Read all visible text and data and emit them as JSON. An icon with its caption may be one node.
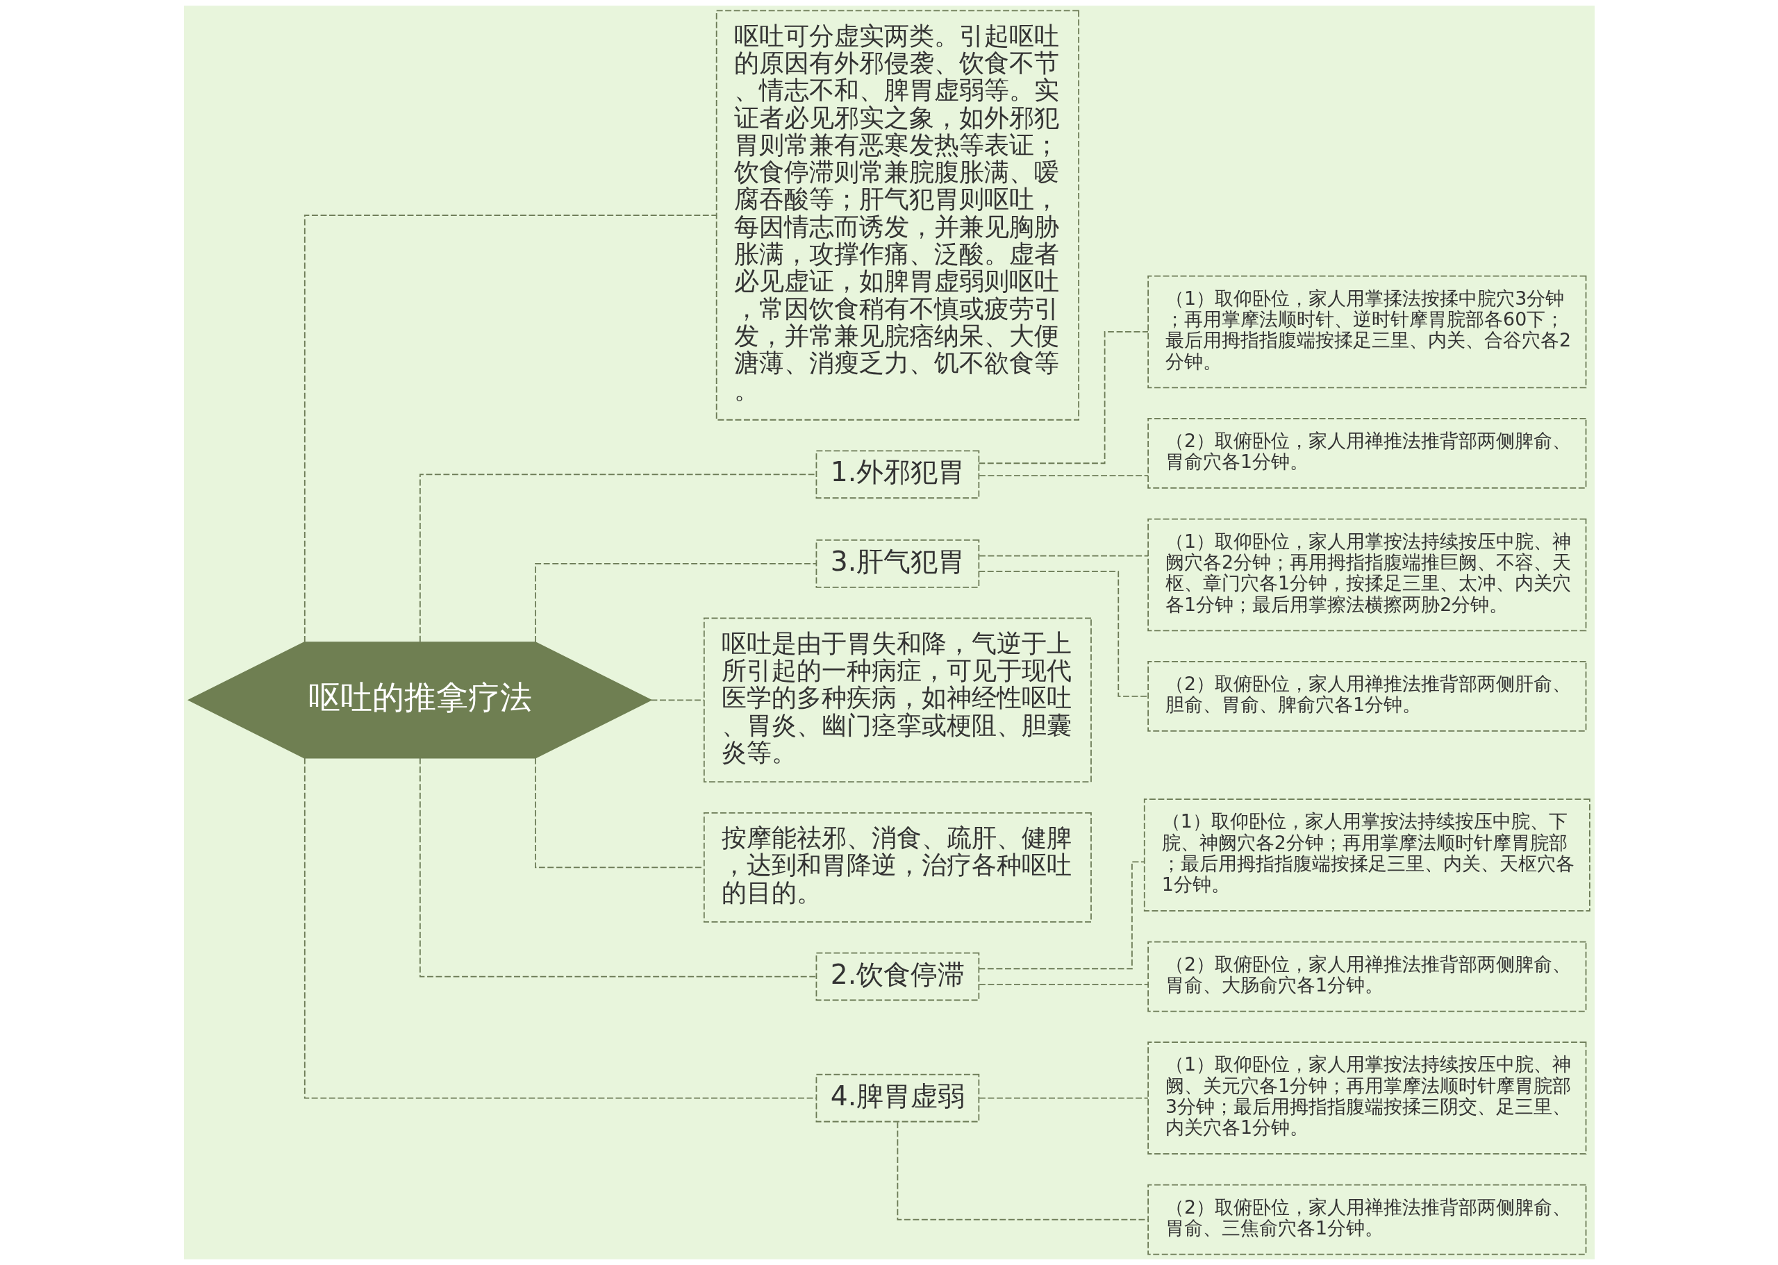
{
  "diagram": {
    "nodes": [
      {
        "text": [
          "呕吐的推拿疗法"
        ]
      },
      {
        "text": [
          "呕吐可分虚实两类。引起呕吐的原因有外邪侵袭、饮食不节、情志不和、脾胃虚弱等。实证者必见邪实之象，如外邪犯胃则常兼有恶寒发热等表证；饮食停滞则常兼脘腹胀满、嗳腐吞酸等；肝气犯胃则呕吐，每因情志而诱发，并兼见胸胁胀满，攻撑作痛、泛酸。虚者必见虚证，如脾胃虚弱则呕吐，常因饮食稍有不慎或疲劳引发，并常兼见脘痞纳呆、大便溏薄、消瘦乏力、饥不欲食等。"
        ]
      },
      {
        "text": [
          "1.外邪犯胃"
        ]
      },
      {
        "text": [
          "（1）取仰卧位，家人用掌揉法按揉中脘穴3分钟；再用掌摩法顺时针、逆时针摩胃脘部各60下；最后用拇指指腹端按揉足三里、内关、合谷穴各2分钟。"
        ]
      },
      {
        "text": [
          "（2）取俯卧位，家人用禅推法推背部两侧脾俞、胃俞穴各1分钟。"
        ]
      },
      {
        "text": [
          "3.肝气犯胃"
        ]
      },
      {
        "text": [
          "（1）取仰卧位，家人用掌按法持续按压中脘、神阙穴各2分钟；再用拇指指腹端推巨阙、不容、天枢、章门穴各1分钟，按揉足三里、太冲、内关穴各1分钟；最后用掌擦法横擦两胁2分钟。"
        ]
      },
      {
        "text": [
          "（2）取俯卧位，家人用禅推法推背部两侧肝俞、胆俞、胃俞、脾俞穴各1分钟。"
        ]
      },
      {
        "text": [
          "呕吐是由于胃失和降，气逆于上所引起的一种病症，可见于现代医学的多种疾病，如神经性呕吐、胃炎、幽门痉挛或梗阻、胆囊炎等。"
        ]
      },
      {
        "text": [
          "按摩能祛邪、消食、疏肝、健脾，达到和胃降逆，治疗各种呕吐的目的。"
        ]
      },
      {
        "text": [
          "2.饮食停滞"
        ]
      },
      {
        "text": [
          "（1）取仰卧位，家人用掌按法持续按压中脘、下脘、神阙穴各2分钟；再用掌摩法顺时针摩胃脘部；最后用拇指指腹端按揉足三里、内关、天枢穴各1分钟。"
        ]
      },
      {
        "text": [
          "（2）取俯卧位，家人用禅推法推背部两侧脾俞、胃俞、大肠俞穴各1分钟。"
        ]
      },
      {
        "text": [
          "4.脾胃虚弱"
        ]
      },
      {
        "text": [
          "（1）取仰卧位，家人用掌按法持续按压中脘、神阙、关元穴各1分钟；再用掌摩法顺时针摩胃脘部3分钟；最后用拇指指腹端按揉三阴交、足三里、内关穴各1分钟。"
        ]
      },
      {
        "text": [
          "（2）取俯卧位，家人用禅推法推背部两侧脾俞、胃俞、三焦俞穴各1分钟。"
        ]
      }
    ],
    "edges": [
      {
        "from": 0,
        "to": 1,
        "arrow": "none"
      },
      {
        "from": 0,
        "to": 2,
        "arrow": "none"
      },
      {
        "from": 2,
        "to": 3,
        "arrow": "none"
      },
      {
        "from": 2,
        "to": 4,
        "arrow": "none"
      },
      {
        "from": 0,
        "to": 5,
        "arrow": "none"
      },
      {
        "from": 5,
        "to": 6,
        "arrow": "none"
      },
      {
        "from": 5,
        "to": 7,
        "arrow": "none"
      },
      {
        "from": 0,
        "to": 8,
        "arrow": "none"
      },
      {
        "from": 0,
        "to": 9,
        "arrow": "none"
      },
      {
        "from": 0,
        "to": 10,
        "arrow": "none"
      },
      {
        "from": 10,
        "to": 11,
        "arrow": "none"
      },
      {
        "from": 10,
        "to": 12,
        "arrow": "none"
      },
      {
        "from": 0,
        "to": 13,
        "arrow": "none"
      },
      {
        "from": 13,
        "to": 14,
        "arrow": "none"
      },
      {
        "from": 13,
        "to": 15,
        "arrow": "none"
      }
    ]
  }
}
